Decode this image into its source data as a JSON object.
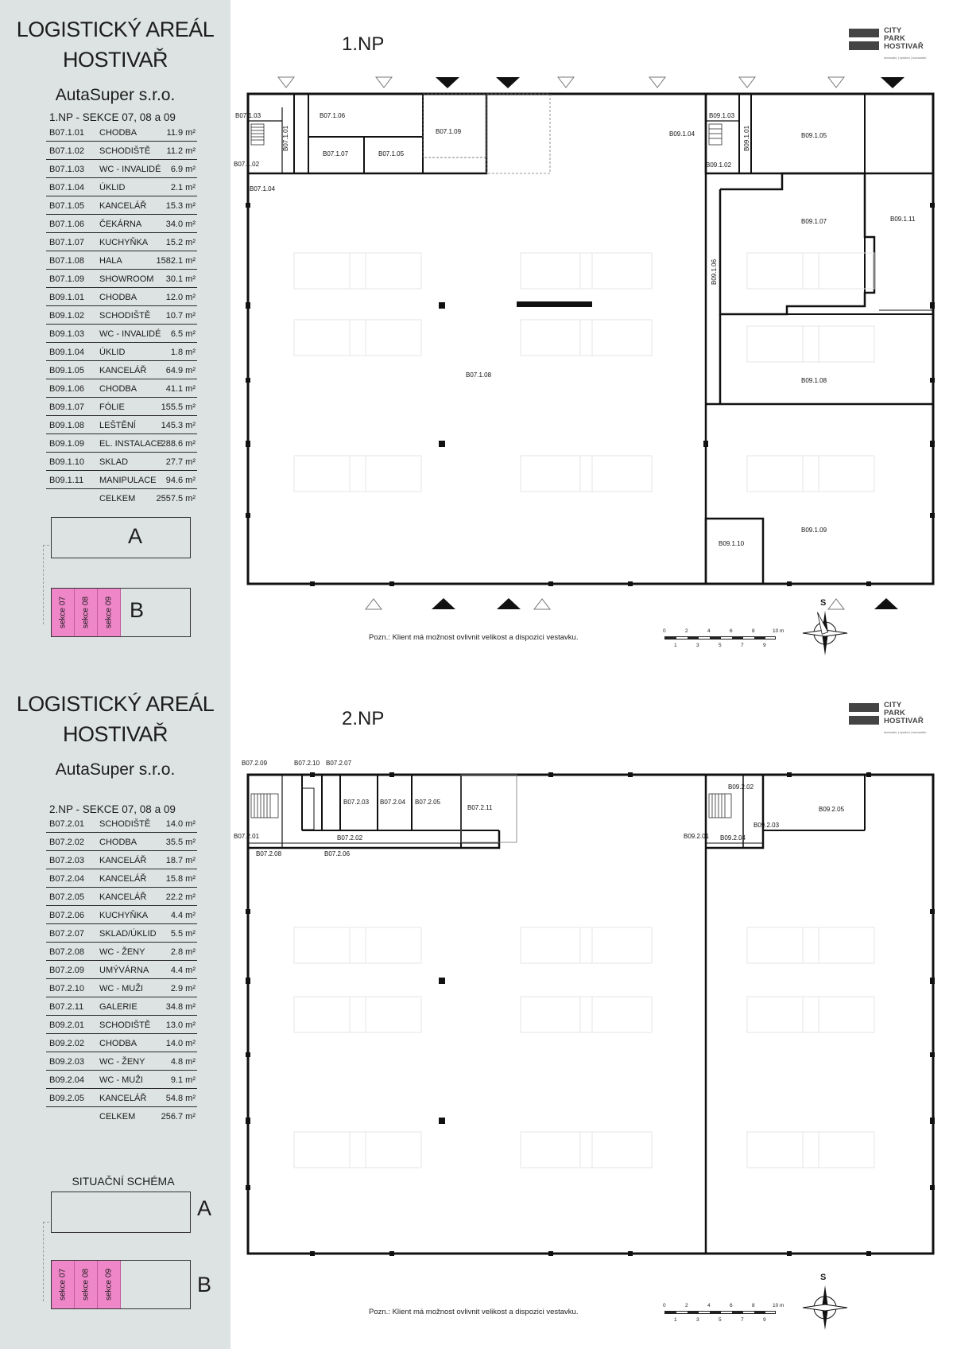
{
  "sheets": [
    {
      "project_title_line1": "LOGISTICKÝ AREÁL",
      "project_title_line2": "HOSTIVAŘ",
      "tenant": "AutaSuper s.r.o.",
      "section_heading": "1.NP - SEKCE 07, 08 a 09",
      "floor_label": "1.NP",
      "rooms": [
        {
          "code": "B07.1.01",
          "name": "CHODBA",
          "area": "11.9 m²"
        },
        {
          "code": "B07.1.02",
          "name": "SCHODIŠTĚ",
          "area": "11.2 m²"
        },
        {
          "code": "B07.1.03",
          "name": "WC - INVALIDÉ",
          "area": "6.9 m²"
        },
        {
          "code": "B07.1.04",
          "name": "ÚKLID",
          "area": "2.1 m²"
        },
        {
          "code": "B07.1.05",
          "name": "KANCELÁŘ",
          "area": "15.3 m²"
        },
        {
          "code": "B07.1.06",
          "name": "ČEKÁRNA",
          "area": "34.0 m²"
        },
        {
          "code": "B07.1.07",
          "name": "KUCHYŇKA",
          "area": "15.2 m²"
        },
        {
          "code": "B07.1.08",
          "name": "HALA",
          "area": "1582.1 m²"
        },
        {
          "code": "B07.1.09",
          "name": "SHOWROOM",
          "area": "30.1 m²"
        },
        {
          "code": "B09.1.01",
          "name": "CHODBA",
          "area": "12.0 m²"
        },
        {
          "code": "B09.1.02",
          "name": "SCHODIŠTĚ",
          "area": "10.7 m²"
        },
        {
          "code": "B09.1.03",
          "name": "WC - INVALIDÉ",
          "area": "6.5 m²"
        },
        {
          "code": "B09.1.04",
          "name": "ÚKLID",
          "area": "1.8 m²"
        },
        {
          "code": "B09.1.05",
          "name": "KANCELÁŘ",
          "area": "64.9 m²"
        },
        {
          "code": "B09.1.06",
          "name": "CHODBA",
          "area": "41.1 m²"
        },
        {
          "code": "B09.1.07",
          "name": "FÓLIE",
          "area": "155.5 m²"
        },
        {
          "code": "B09.1.08",
          "name": "LEŠTĚNÍ",
          "area": "145.3 m²"
        },
        {
          "code": "B09.1.09",
          "name": "EL. INSTALACE",
          "area": "288.6 m²"
        },
        {
          "code": "B09.1.10",
          "name": "SKLAD",
          "area": "27.7 m²"
        },
        {
          "code": "B09.1.11",
          "name": "MANIPULACE",
          "area": "94.6 m²"
        }
      ],
      "total_label": "CELKEM",
      "total_area": "2557.5 m²",
      "situation_label": "",
      "site": {
        "block_a": "A",
        "block_b": "B",
        "sections": [
          "sekce 07",
          "sekce 08",
          "sekce 09"
        ]
      },
      "plan_labels": {
        "r0101": "B07.1.01",
        "r0102": "B07.1.02",
        "r0103": "B07.1.03",
        "r0104": "B07.1.04",
        "r0105": "B07.1.05",
        "r0106": "B07.1.06",
        "r0107": "B07.1.07",
        "r0108": "B07.1.08",
        "r0109": "B07.1.09",
        "r0901": "B09.1.01",
        "r0902": "B09.1.02",
        "r0903": "B09.1.03",
        "r0904": "B09.1.04",
        "r0905": "B09.1.05",
        "r0906": "B09.1.06",
        "r0907": "B09.1.07",
        "r0908": "B09.1.08",
        "r0909": "B09.1.09",
        "r0910": "B09.1.10",
        "r0911": "B09.1.11"
      },
      "note": "Pozn.: Klient má možnost ovlivnit velikost a dispozici vestavku."
    },
    {
      "project_title_line1": "LOGISTICKÝ AREÁL",
      "project_title_line2": "HOSTIVAŘ",
      "tenant": "AutaSuper s.r.o.",
      "section_heading": "2.NP - SEKCE 07, 08 a 09",
      "floor_label": "2.NP",
      "rooms": [
        {
          "code": "B07.2.01",
          "name": "SCHODIŠTĚ",
          "area": "14.0 m²"
        },
        {
          "code": "B07.2.02",
          "name": "CHODBA",
          "area": "35.5 m²"
        },
        {
          "code": "B07.2.03",
          "name": "KANCELÁŘ",
          "area": "18.7 m²"
        },
        {
          "code": "B07.2.04",
          "name": "KANCELÁŘ",
          "area": "15.8 m²"
        },
        {
          "code": "B07.2.05",
          "name": "KANCELÁŘ",
          "area": "22.2 m²"
        },
        {
          "code": "B07.2.06",
          "name": "KUCHYŇKA",
          "area": "4.4 m²"
        },
        {
          "code": "B07.2.07",
          "name": "SKLAD/ÚKLID",
          "area": "5.5 m²"
        },
        {
          "code": "B07.2.08",
          "name": "WC - ŽENY",
          "area": "2.8 m²"
        },
        {
          "code": "B07.2.09",
          "name": "UMÝVÁRNA",
          "area": "4.4 m²"
        },
        {
          "code": "B07.2.10",
          "name": "WC - MUŽI",
          "area": "2.9 m²"
        },
        {
          "code": "B07.2.11",
          "name": "GALERIE",
          "area": "34.8 m²"
        },
        {
          "code": "B09.2.01",
          "name": "SCHODIŠTĚ",
          "area": "13.0 m²"
        },
        {
          "code": "B09.2.02",
          "name": "CHODBA",
          "area": "14.0 m²"
        },
        {
          "code": "B09.2.03",
          "name": "WC - ŽENY",
          "area": "4.8 m²"
        },
        {
          "code": "B09.2.04",
          "name": "WC - MUŽI",
          "area": "9.1 m²"
        },
        {
          "code": "B09.2.05",
          "name": "KANCELÁŘ",
          "area": "54.8 m²"
        }
      ],
      "total_label": "CELKEM",
      "total_area": "256.7 m²",
      "situation_label": "SITUAČNÍ SCHÉMA",
      "site": {
        "block_a": "A",
        "block_b": "B",
        "sections": [
          "sekce 07",
          "sekce 08",
          "sekce 09"
        ]
      },
      "plan_labels": {
        "r0201": "B07.2.01",
        "r0202": "B07.2.02",
        "r0203": "B07.2.03",
        "r0204": "B07.2.04",
        "r0205": "B07.2.05",
        "r0206": "B07.2.06",
        "r0207": "B07.2.07",
        "r0208": "B07.2.08",
        "r0209": "B07.2.09",
        "r0210": "B07.2.10",
        "r0211": "B07.2.11",
        "r0921": "B09.2.01",
        "r0922": "B09.2.02",
        "r0923": "B09.2.03",
        "r0924": "B09.2.04",
        "r0925": "B09.2.05"
      },
      "note": "Pozn.: Klient má možnost ovlivnit velikost a dispozici vestavku."
    }
  ],
  "logo": {
    "line1": "CITY",
    "line2": "PARK",
    "line3": "HOSTIVAŘ",
    "tagline": "obchodní | výrobní | komunitní"
  },
  "scale": {
    "unit_label": "10 m",
    "top_ticks": [
      "0",
      "2",
      "4",
      "6",
      "8"
    ],
    "bottom_ticks": [
      "1",
      "3",
      "5",
      "7",
      "9"
    ]
  },
  "compass_letter": "S",
  "colors": {
    "sidebar_bg": "#dde3e2",
    "section_highlight": "#ee86c8",
    "wall": "#111111"
  }
}
